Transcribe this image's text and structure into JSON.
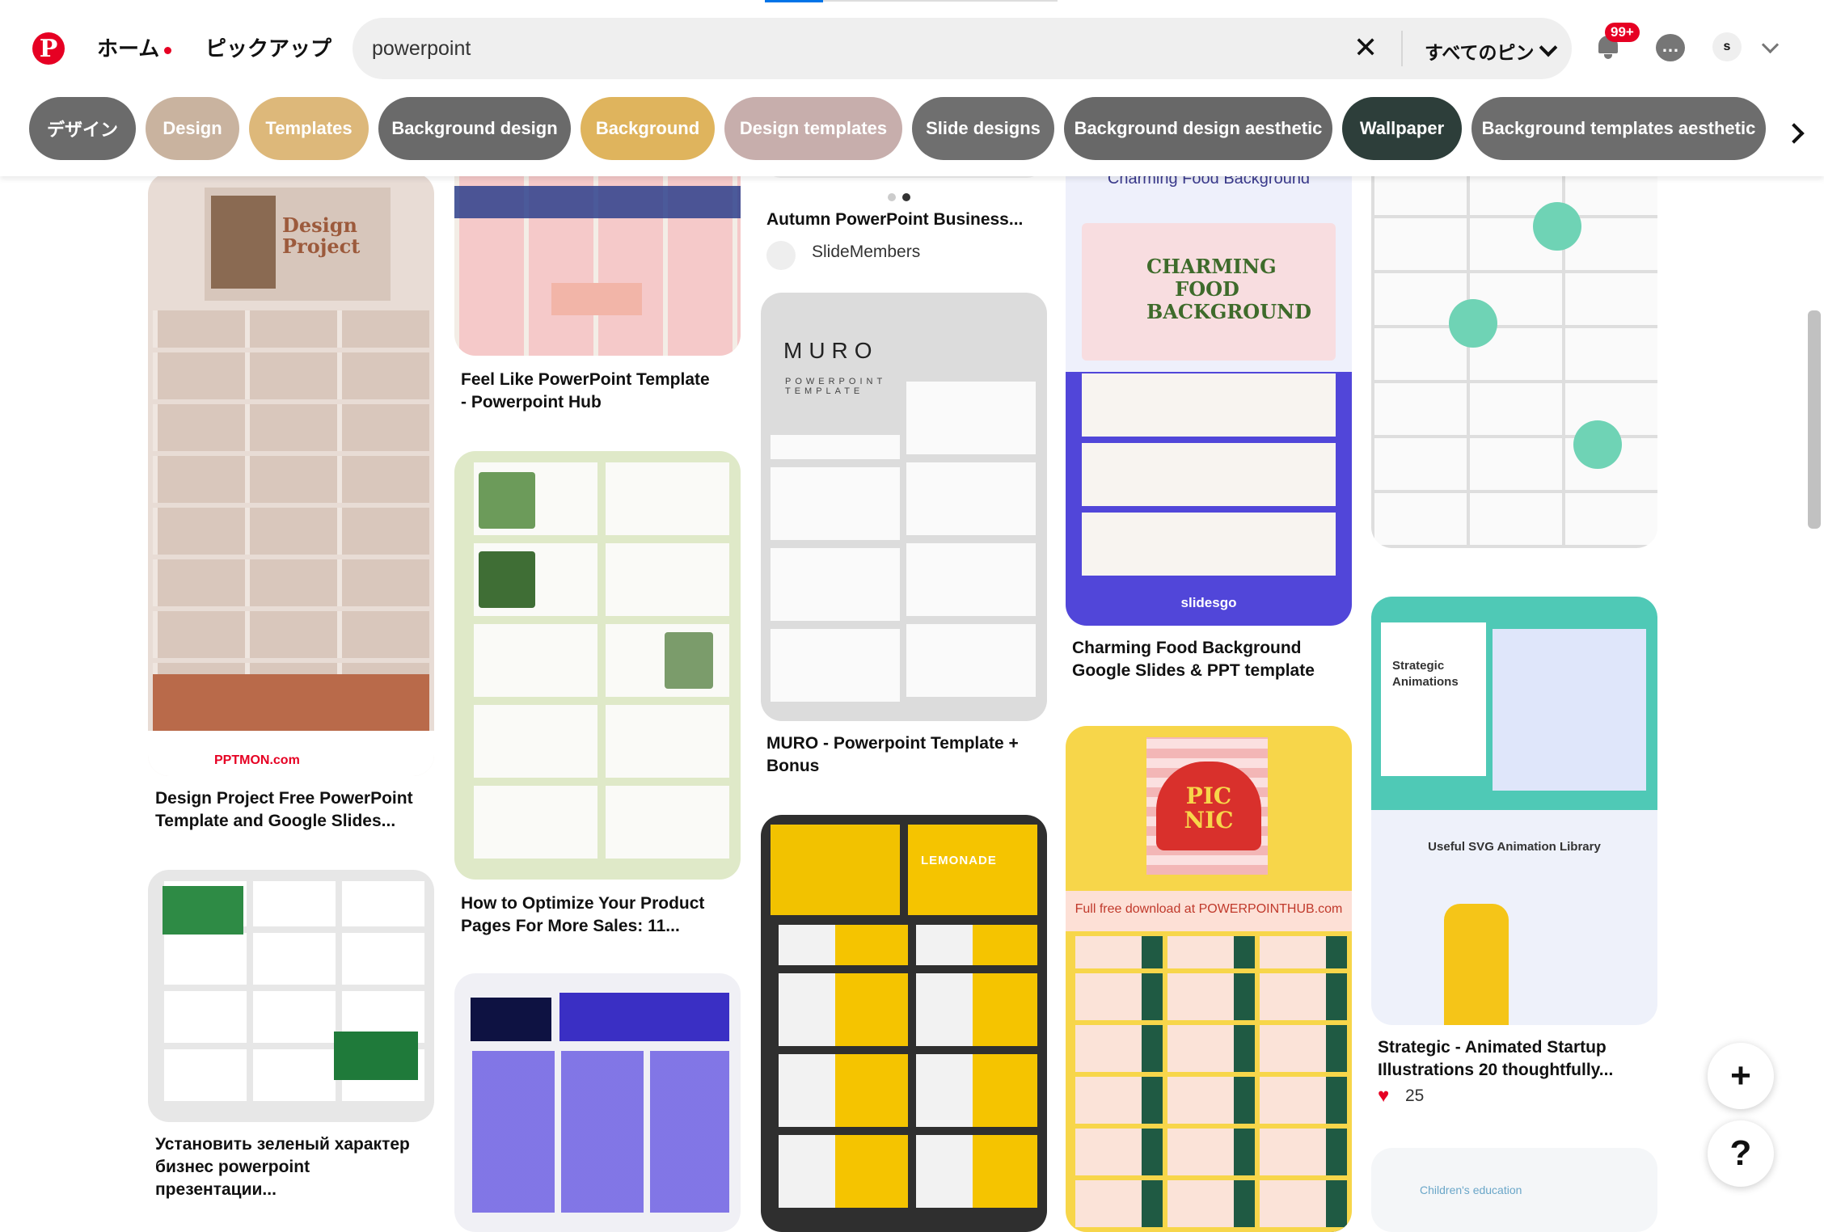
{
  "header": {
    "logo": "P",
    "home": "ホーム",
    "pickup": "ピックアップ",
    "search_value": "powerpoint",
    "filter_label": "すべてのピン",
    "notification_count": "99+",
    "avatar_initial": "s"
  },
  "pills": [
    {
      "label": "デザイン",
      "color": "#6b6b6b"
    },
    {
      "label": "Design",
      "color": "#c9b39f"
    },
    {
      "label": "Templates",
      "color": "#ddb87a"
    },
    {
      "label": "Background design",
      "color": "#6a6a6a"
    },
    {
      "label": "Background",
      "color": "#dfb45d"
    },
    {
      "label": "Design templates",
      "color": "#c7aeac"
    },
    {
      "label": "Slide designs",
      "color": "#6f6f6f"
    },
    {
      "label": "Background design aesthetic",
      "color": "#686868"
    },
    {
      "label": "Wallpaper",
      "color": "#2d3e3a"
    },
    {
      "label": "Background templates aesthetic",
      "color": "#6d6d6d"
    }
  ],
  "pins": {
    "design_project": {
      "title": "Design Project Free PowerPoint Template and Google Slides...",
      "img_heading": "Design Project",
      "brand": "PPTMON.com"
    },
    "ustanovit": {
      "title": "Установить зеленый характер бизнес powerpoint презентации..."
    },
    "feel_like": {
      "title": "Feel Like PowerPoint Template - Powerpoint Hub"
    },
    "optimize": {
      "title": "How to Optimize Your Product Pages For More Sales: 11..."
    },
    "autumn": {
      "title": "Autumn PowerPoint Business...",
      "source": "SlideMembers"
    },
    "muro": {
      "title": "MURO - Powerpoint Template + Bonus",
      "img_heading": "MURO",
      "img_sub": "POWERPOINT TEMPLATE"
    },
    "lemonade": {
      "img_heading": "LEMONADE"
    },
    "charming": {
      "title": "Charming Food Background Google Slides & PPT template",
      "img_heading": "Charming Food Background",
      "img_big": "CHARMING FOOD BACKGROUND",
      "brand": "slidesgo"
    },
    "picnic": {
      "img_heading": "PIC NIC",
      "banner": "Full free download at POWERPOINTHUB.com"
    },
    "services": {},
    "strategic": {
      "title": "Strategic - Animated Startup Illustrations 20 thoughtfully...",
      "img_heading": "Strategic Animations",
      "img_sub": "Useful SVG Animation Library",
      "likes": "25"
    },
    "children": {
      "img_heading": "Children's education"
    }
  },
  "fab": {
    "add": "+",
    "help": "?"
  }
}
